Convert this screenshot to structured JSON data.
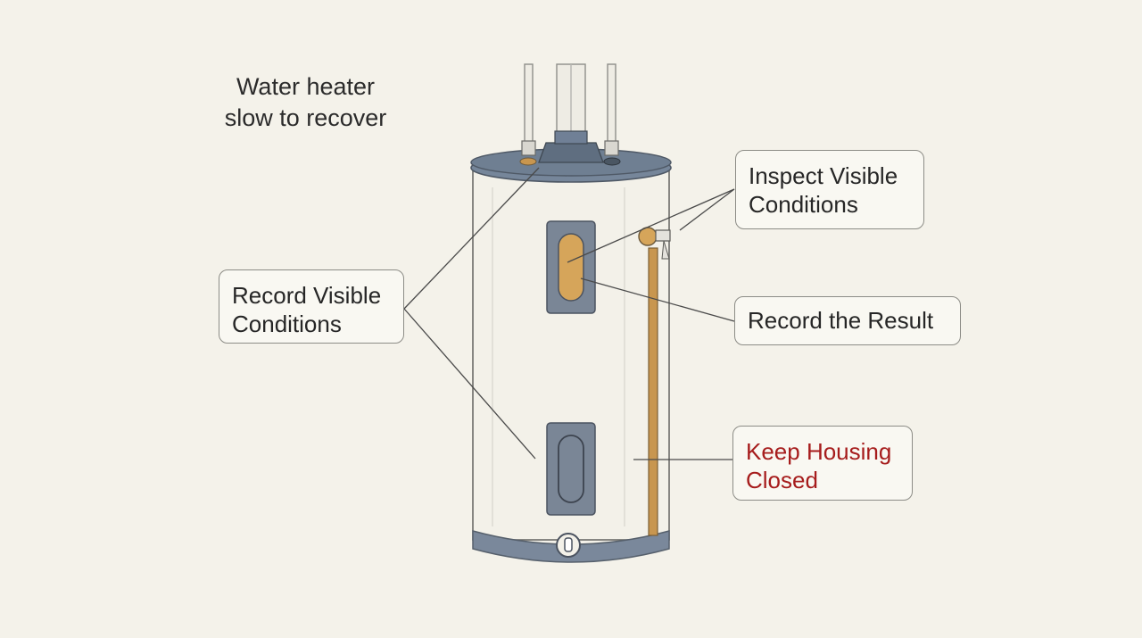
{
  "title_lines": [
    "Water heater",
    "slow to recover"
  ],
  "callouts": {
    "inspect": {
      "lines": [
        "Inspect Visible",
        "Conditions"
      ]
    },
    "record_visible": {
      "lines": [
        "Record Visible",
        "Conditions"
      ]
    },
    "result": {
      "lines": [
        "Record the Result"
      ]
    },
    "keep_closed": {
      "lines": [
        "Keep Housing",
        "Closed"
      ]
    }
  },
  "colors": {
    "background": "#f4f2ea",
    "tank_body": "#f2f0e8",
    "tank_trim": "#6f7f92",
    "panel": "#7a8696",
    "element_accent": "#d6a55a",
    "pipe": "#c8964f",
    "warning_text": "#a61c1c",
    "leader_line": "#4a4a4a"
  }
}
